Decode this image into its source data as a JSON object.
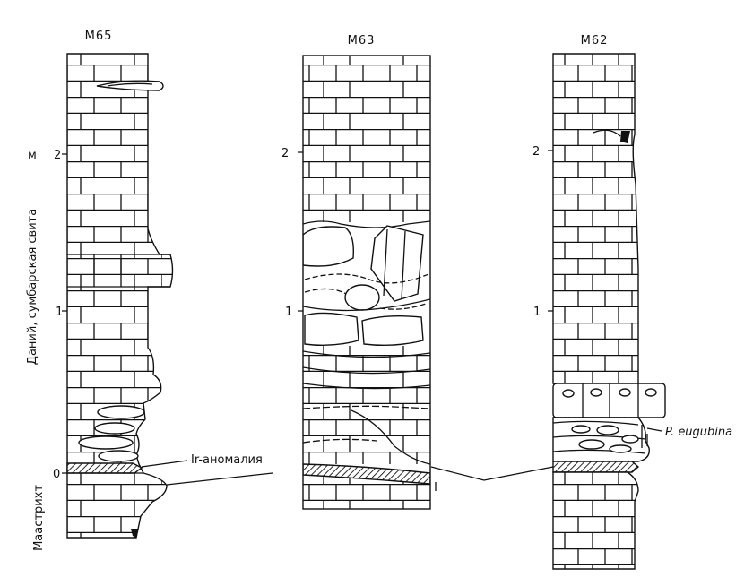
{
  "columns": [
    {
      "label": "М65",
      "scale": [
        "2",
        "1",
        "0"
      ]
    },
    {
      "label": "М63",
      "scale": [
        "2",
        "1"
      ]
    },
    {
      "label": "М62",
      "scale": [
        "2",
        "1"
      ]
    }
  ],
  "axis": {
    "unit": "м"
  },
  "stratigraphy": {
    "upper": "Даний, сумбарская свита",
    "lower": "Маастрихт"
  },
  "annotations": {
    "ir_anomaly": "Ir-аномалия",
    "fossil": "P. eugubina"
  }
}
